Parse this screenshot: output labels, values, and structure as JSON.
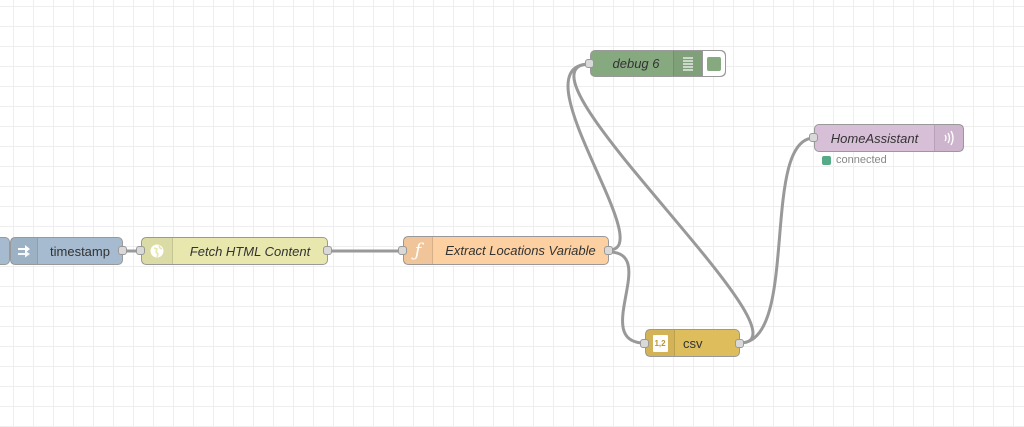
{
  "nodes": {
    "timestamp": {
      "label": "timestamp",
      "icon": "inject-arrow-icon",
      "color": "#a6bbcf"
    },
    "fetch": {
      "label": "Fetch HTML Content",
      "icon": "globe-icon",
      "color": "#e7e7ae"
    },
    "extract": {
      "label": "Extract Locations Variable",
      "icon": "function-icon",
      "color": "#fdd0a2"
    },
    "csv": {
      "label": "csv",
      "icon": "csv-icon",
      "icon_text": "1,2",
      "color": "#debd5c"
    },
    "debug": {
      "label": "debug 6",
      "icon": "debug-list-icon",
      "color": "#87a980"
    },
    "homeassistant": {
      "label": "HomeAssistant",
      "icon": "broadcast-icon",
      "color": "#d8bfd8",
      "status": {
        "text": "connected",
        "color": "#55aa88"
      }
    }
  },
  "wire_color": "#999999"
}
